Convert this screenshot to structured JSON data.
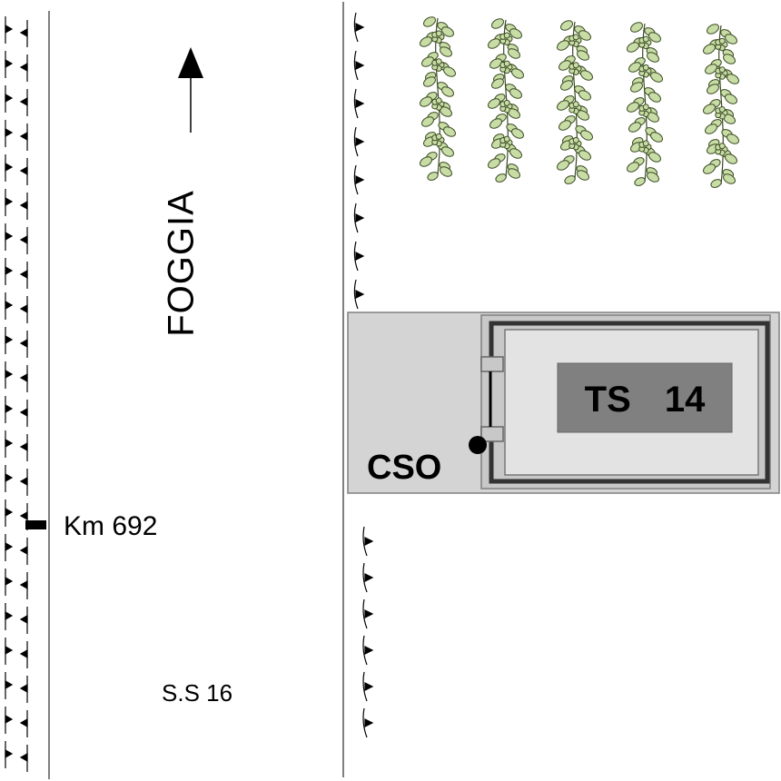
{
  "labels": {
    "direction": "FOGGIA",
    "kilometre_marker": "Km 692",
    "road": "S.S 16",
    "outlet": "CSO",
    "plant": "TS 14"
  },
  "colors": {
    "line": "#000000",
    "road_edge": "#555555",
    "plot_fill": "#d4d4d4",
    "plot_border": "#808080",
    "inner_fill": "#e3e3e3",
    "plant_fill": "#808080",
    "leaf": "#c8dca6",
    "leaf_edge": "#3a4a22"
  },
  "icons": [
    "north-arrow-icon",
    "vegetation-row-icon",
    "outlet-point-icon",
    "kilometre-marker-icon"
  ]
}
